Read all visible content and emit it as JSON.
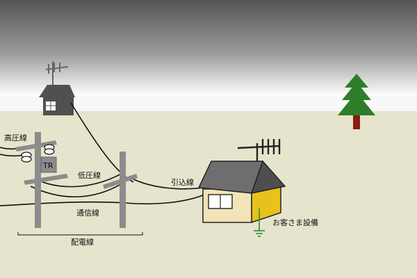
{
  "labels": {
    "high_voltage_line": "高圧線",
    "transformer": "TR",
    "low_voltage_line": "低圧線",
    "service_drop": "引込線",
    "communication_line": "通信線",
    "customer_equipment": "お客さま設備",
    "distribution_line": "配電線"
  },
  "colors": {
    "sky_top": "#555555",
    "sky_horizon": "#ffffff",
    "ground": "#e6e4cc",
    "house_wall": "#f0e4b8",
    "house_side": "#e8c21c",
    "roof": "#6e6e6e",
    "pole": "#8c8c8c",
    "tree_green": "#2e7d2a",
    "tree_trunk": "#8a1c10",
    "ground_symbol": "#2e8b2e"
  }
}
